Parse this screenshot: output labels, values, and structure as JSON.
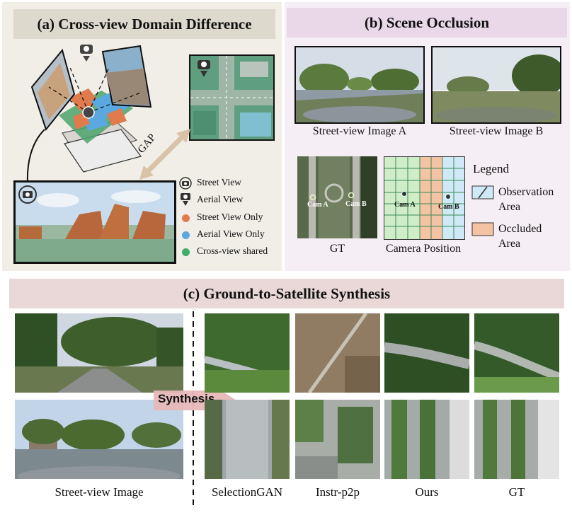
{
  "panel_a": {
    "title": "(a) Cross-view Domain Difference",
    "gap_label": "GAP",
    "legend": [
      {
        "label": "Street View",
        "icon": "street-view-camera-icon"
      },
      {
        "label": "Aerial View",
        "icon": "aerial-view-camera-icon"
      },
      {
        "label": "Street View Only",
        "color": "#e07b4d"
      },
      {
        "label": "Aerial View Only",
        "color": "#5aa8e0"
      },
      {
        "label": "Cross-view shared",
        "color": "#3fae68"
      }
    ]
  },
  "panel_b": {
    "title": "(b) Scene Occlusion",
    "image_a_caption": "Street-view Image A",
    "image_b_caption": "Street-view Image B",
    "gt_caption": "GT",
    "camera_caption": "Camera Position",
    "cam_a_label": "Cam A",
    "cam_b_label": "Cam B",
    "legend_title": "Legend",
    "legend_observation": "Observation Area",
    "legend_occluded": "Occluded Area",
    "observation_color": "#cfe9f6",
    "occluded_color": "#f3c3a3"
  },
  "panel_c": {
    "title": "(c) Ground-to-Satellite Synthesis",
    "synthesis_label": "Synthesis",
    "street_caption": "Street-view Image",
    "columns": [
      "SelectionGAN",
      "Instr-p2p",
      "Ours",
      "GT"
    ]
  }
}
